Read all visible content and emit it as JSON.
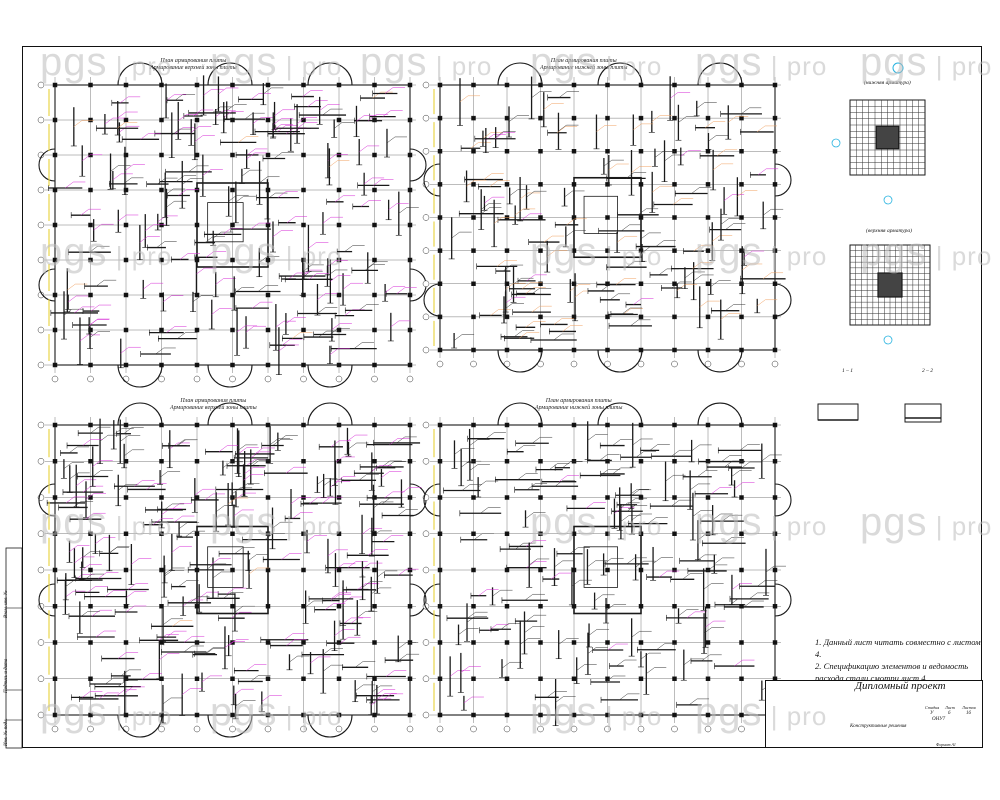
{
  "watermark": {
    "brand": "pgs",
    "suffix": "pro"
  },
  "plans": [
    {
      "title_line1": "План армирования плиты",
      "title_line2": "Армирование верхней зоны плиты"
    },
    {
      "title_line1": "План армирования плиты",
      "title_line2": "Армирование нижней зоны плиты"
    },
    {
      "title_line1": "План армирования плиты",
      "title_line2": "Армирование верхней зоны плиты"
    },
    {
      "title_line1": "План армирования плиты",
      "title_line2": "Армирование нижней зоны плиты"
    }
  ],
  "details": {
    "top_label": "(нижняя арматура)",
    "bottom_label": "(верхняя арматура)",
    "section1": "1 – 1",
    "section2": "2 – 2"
  },
  "notes": [
    "1. Данный лист читать совместно с листом 4.",
    "2. Спецификацию элементов и ведомость расхода стали смотри лист 4."
  ],
  "stamp": {
    "project": "Дипломный проект",
    "subtitle": "Конструктивные решения",
    "org": "ОНУ7",
    "sheet_code": "Формат А1",
    "stage_header": "Стадия",
    "sheet_header": "Лист",
    "sheets_header": "Листов",
    "stage": "У",
    "sheet": "6",
    "sheets": "16"
  },
  "side_strip": {
    "label1": "Взам. инв. №",
    "label2": "Подпись и дата",
    "label3": "Инв. № подл."
  },
  "colors": {
    "line": "#1a1a1a",
    "rebar_magenta": "#d62ad6",
    "rebar_orange": "#f0a060",
    "yellow": "#e8d44a",
    "cyan": "#27b3e0",
    "watermark": "#bdbdbd"
  }
}
